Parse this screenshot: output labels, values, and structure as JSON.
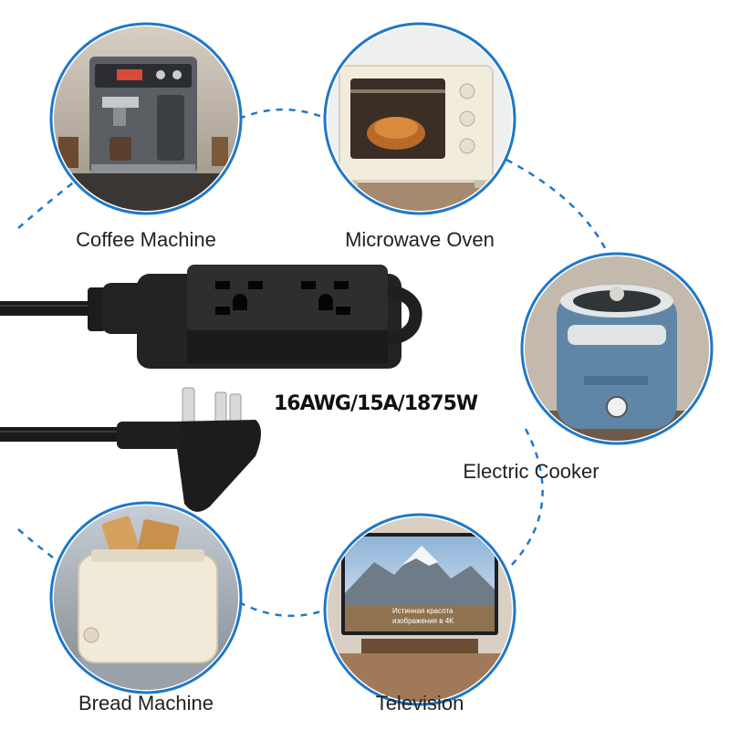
{
  "spec_text": "16AWG/15A/1875W",
  "accent_color": "#1f78c8",
  "appliances": [
    {
      "id": "coffee-machine",
      "label": "Coffee Machine",
      "icon": "coffee-machine-icon"
    },
    {
      "id": "microwave-oven",
      "label": "Microwave Oven",
      "icon": "microwave-oven-icon"
    },
    {
      "id": "electric-cooker",
      "label": "Electric Cooker",
      "icon": "electric-cooker-icon"
    },
    {
      "id": "bread-machine",
      "label": "Bread Machine",
      "icon": "toaster-icon"
    },
    {
      "id": "television",
      "label": "Television",
      "icon": "television-icon",
      "screen_text_1": "Истинная красота",
      "screen_text_2": "изображения в 4K"
    }
  ]
}
